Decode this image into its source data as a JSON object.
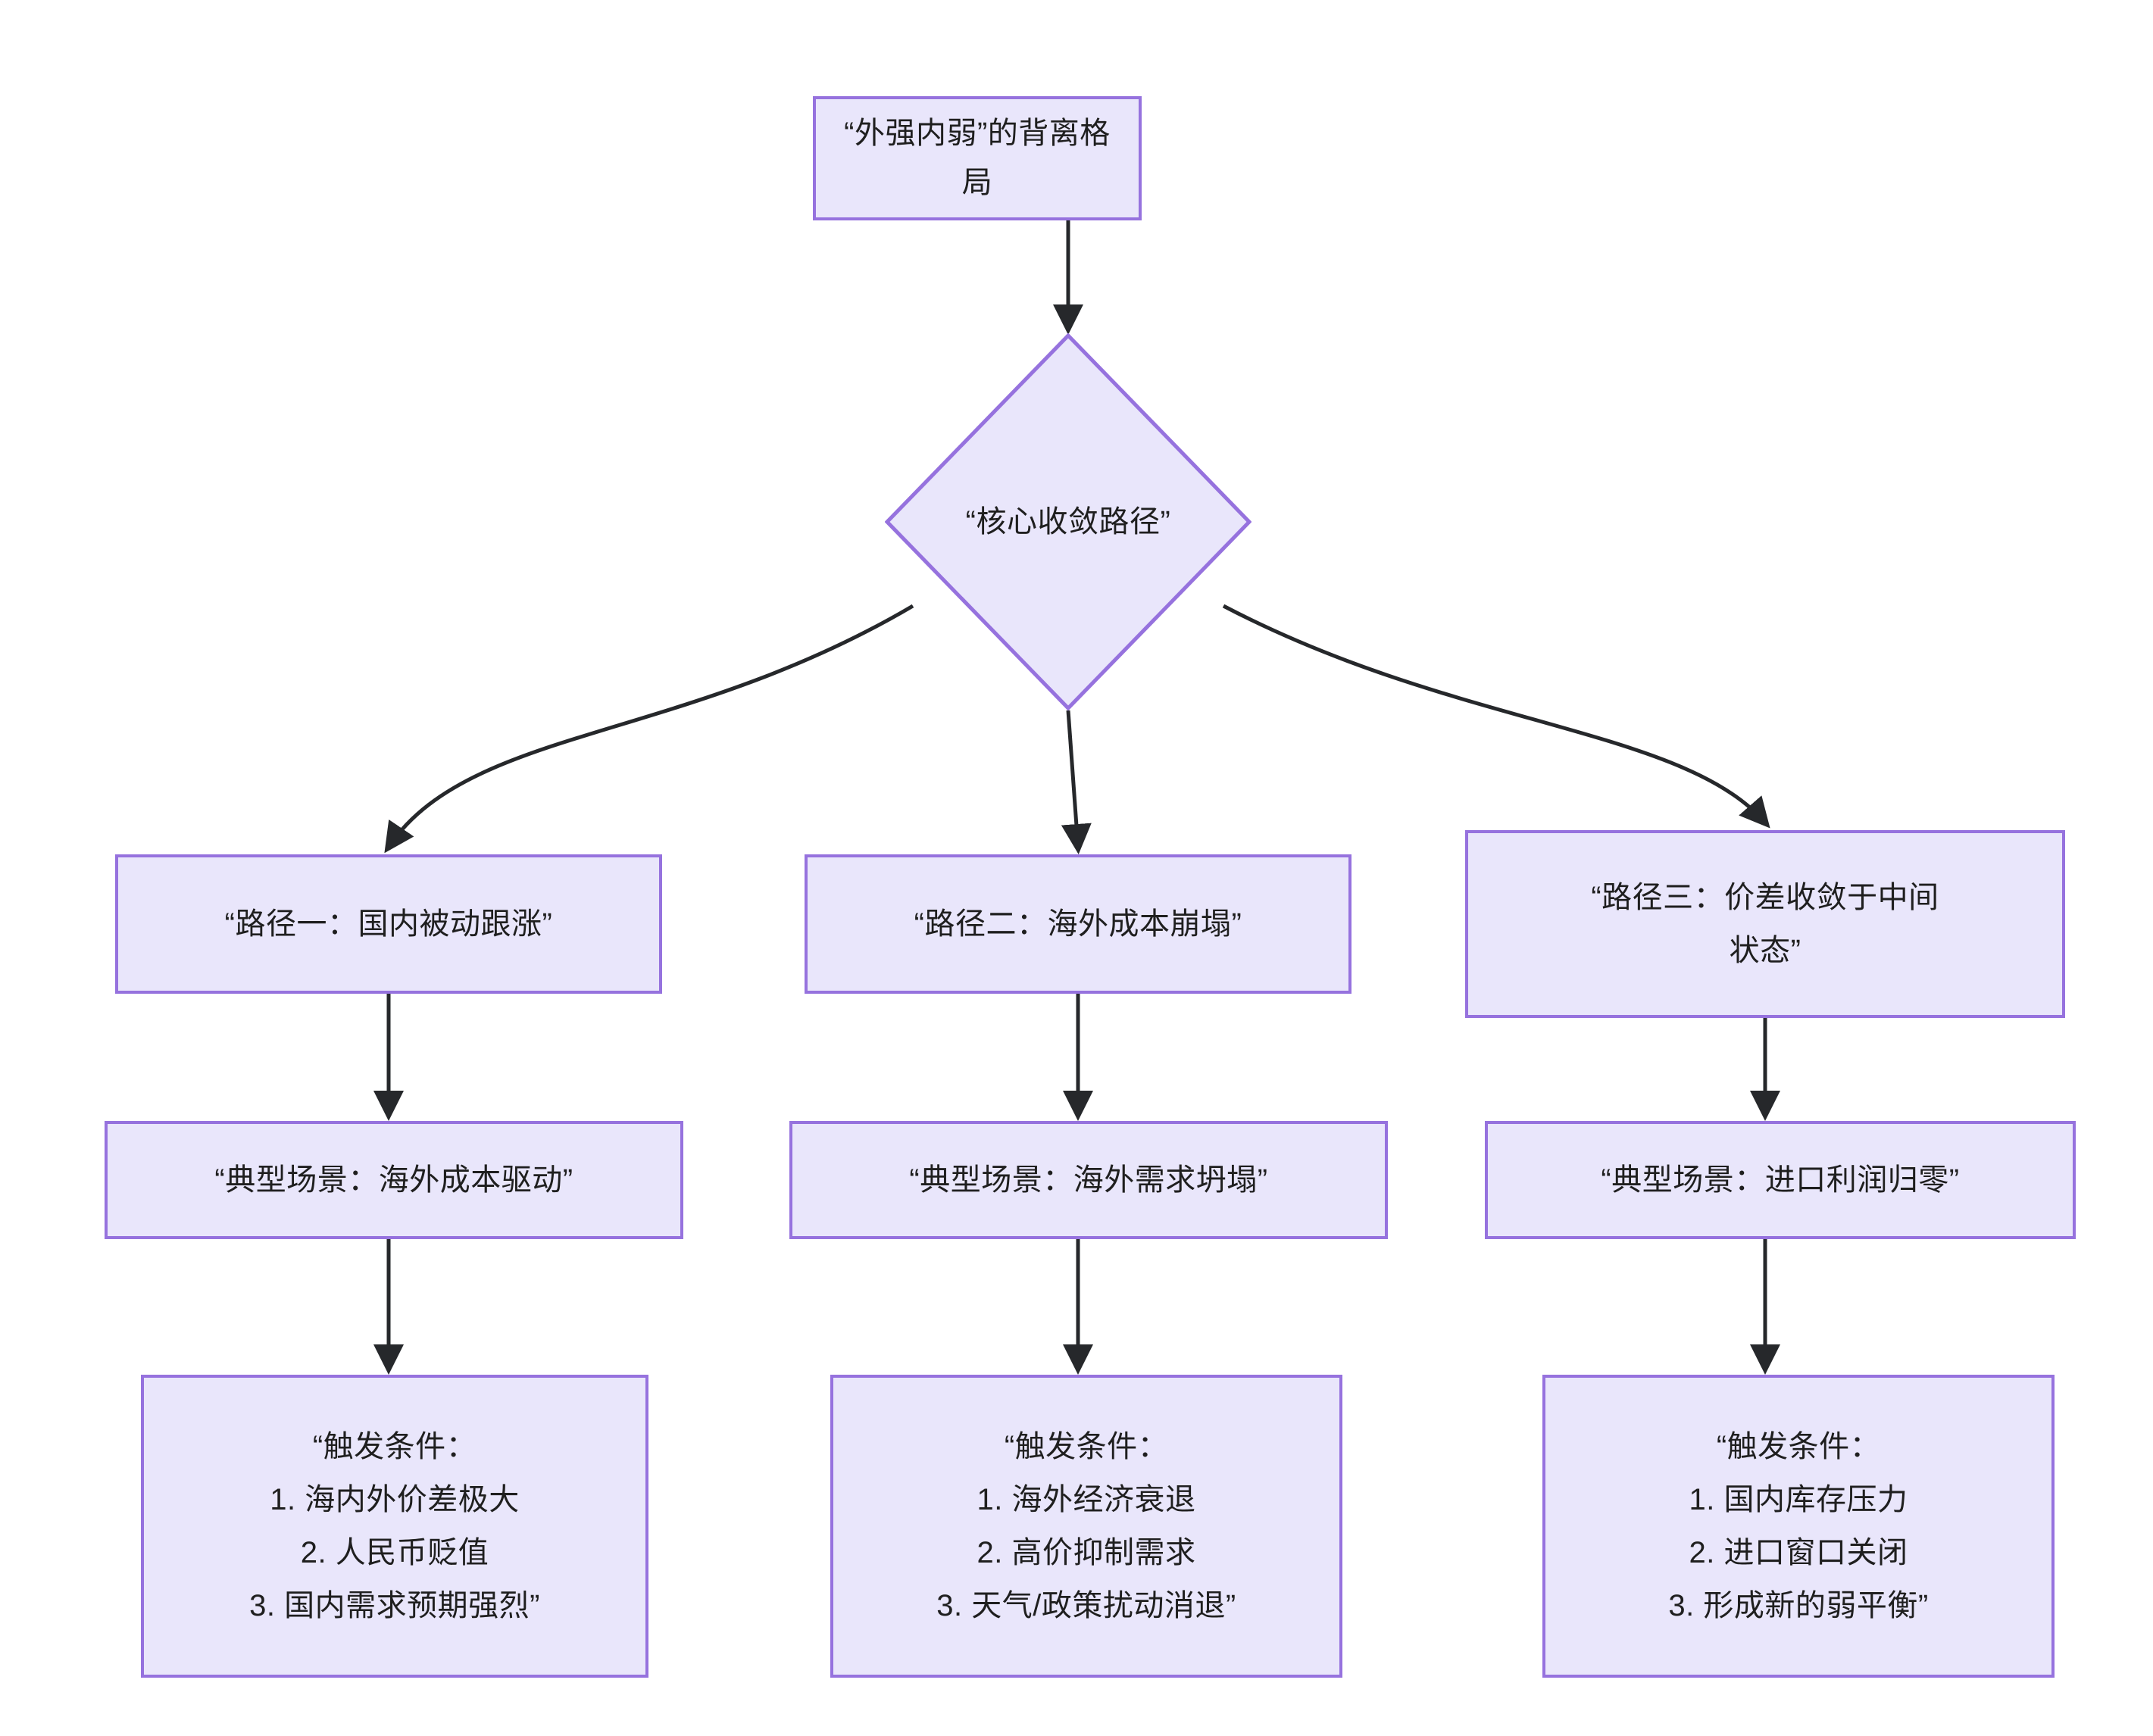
{
  "diagram": {
    "type": "flowchart",
    "direction": "top-down",
    "style": {
      "node_fill": "#E9E6FB",
      "node_border": "#9672DE",
      "edge_color": "#26282B",
      "text_color": "#1f1f1f",
      "background": "#ffffff"
    },
    "nodes": [
      {
        "id": "root",
        "shape": "rectangle",
        "label": "“外强内弱”的背离格局"
      },
      {
        "id": "decision",
        "shape": "diamond",
        "label": "“核心收敛路径”"
      },
      {
        "id": "path1",
        "shape": "rectangle",
        "label": "“路径一：国内被动跟涨”"
      },
      {
        "id": "path2",
        "shape": "rectangle",
        "label": "“路径二：海外成本崩塌”"
      },
      {
        "id": "path3",
        "shape": "rectangle",
        "label": "“路径三：价差收敛于中间\n状态”"
      },
      {
        "id": "scene1",
        "shape": "rectangle",
        "label": "“典型场景：海外成本驱动”"
      },
      {
        "id": "scene2",
        "shape": "rectangle",
        "label": "“典型场景：海外需求坍塌”"
      },
      {
        "id": "scene3",
        "shape": "rectangle",
        "label": "“典型场景：进口利润归零”"
      },
      {
        "id": "trigger1",
        "shape": "rectangle",
        "label": "“触发条件：\n1. 海内外价差极大\n2. 人民币贬值\n3. 国内需求预期强烈”"
      },
      {
        "id": "trigger2",
        "shape": "rectangle",
        "label": "“触发条件：\n1. 海外经济衰退\n2. 高价抑制需求\n3. 天气/政策扰动消退”"
      },
      {
        "id": "trigger3",
        "shape": "rectangle",
        "label": "“触发条件：\n1. 国内库存压力\n2. 进口窗口关闭\n3. 形成新的弱平衡”"
      }
    ],
    "edges": [
      {
        "from": "root",
        "to": "decision",
        "label": ""
      },
      {
        "from": "decision",
        "to": "path1",
        "label": ""
      },
      {
        "from": "decision",
        "to": "path2",
        "label": ""
      },
      {
        "from": "decision",
        "to": "path3",
        "label": ""
      },
      {
        "from": "path1",
        "to": "scene1",
        "label": ""
      },
      {
        "from": "path2",
        "to": "scene2",
        "label": ""
      },
      {
        "from": "path3",
        "to": "scene3",
        "label": ""
      },
      {
        "from": "scene1",
        "to": "trigger1",
        "label": ""
      },
      {
        "from": "scene2",
        "to": "trigger2",
        "label": ""
      },
      {
        "from": "scene3",
        "to": "trigger3",
        "label": ""
      }
    ]
  }
}
